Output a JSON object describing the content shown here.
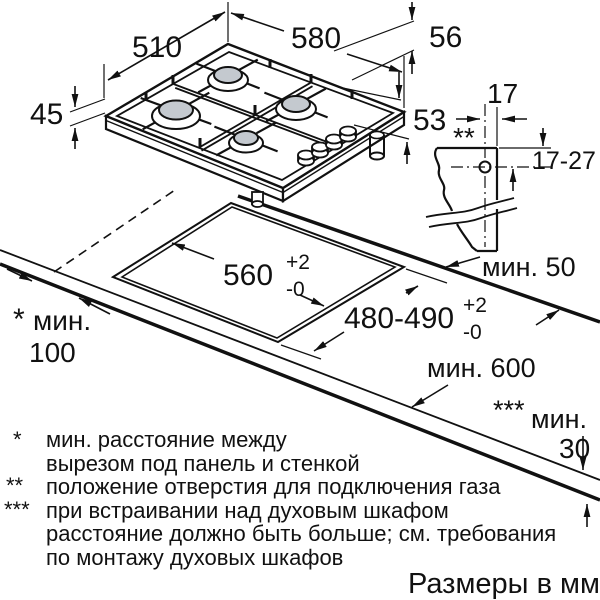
{
  "units_note": "Размеры в мм",
  "dims": {
    "d510": "510",
    "d580": "580",
    "d56": "56",
    "d45": "45",
    "d53": "53",
    "d17": "17",
    "d17_27": "17-27",
    "gas_marker": "**",
    "min50": "мин. 50",
    "cutout_w": "560",
    "cutout_w_plus": "+2",
    "cutout_w_minus": "-0",
    "cutout_d": "480-490",
    "cutout_d_plus": "+2",
    "cutout_d_minus": "-0",
    "min100_star": "*",
    "min100_label": "мин.",
    "min100_value": "100",
    "min600": "мин. 600",
    "min30_stars": "***",
    "min30_label": "мин.",
    "min30_value": "30"
  },
  "footnotes": [
    {
      "marker": "*",
      "line1": "мин. расстояние между",
      "line2": "вырезом под панель и стенкой"
    },
    {
      "marker": "**",
      "line1": "положение отверстия для подключения газа"
    },
    {
      "marker": "***",
      "line1": "при встраивании над духовым шкафом",
      "line2": "расстояние должно быть больше; см. требования",
      "line3": "по монтажу духовых шкафов"
    }
  ],
  "colors": {
    "line": "#111111",
    "burner_cap": "#c4c9cf",
    "background": "#ffffff"
  }
}
